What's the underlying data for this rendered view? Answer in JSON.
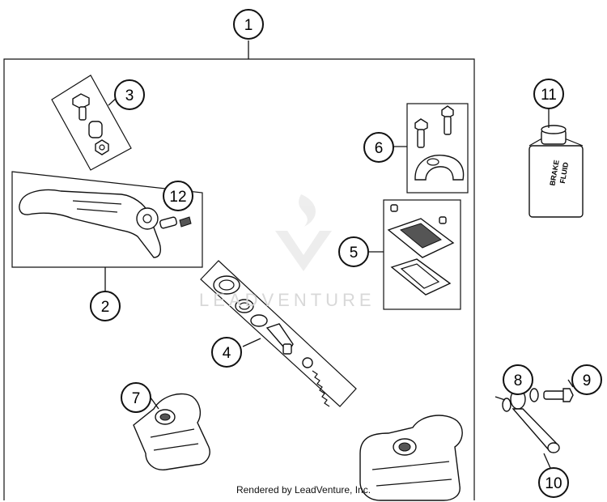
{
  "callouts": [
    "1",
    "2",
    "3",
    "4",
    "5",
    "6",
    "7",
    "8",
    "9",
    "10",
    "11",
    "12"
  ],
  "bottle_label": [
    "BRAKE",
    "FLUID"
  ],
  "footer": "Rendered by LeadVenture, Inc.",
  "watermark": "LEADVENTURE",
  "colors": {
    "line": "#111111",
    "background": "#ffffff",
    "watermark": "#d8d8d8"
  }
}
